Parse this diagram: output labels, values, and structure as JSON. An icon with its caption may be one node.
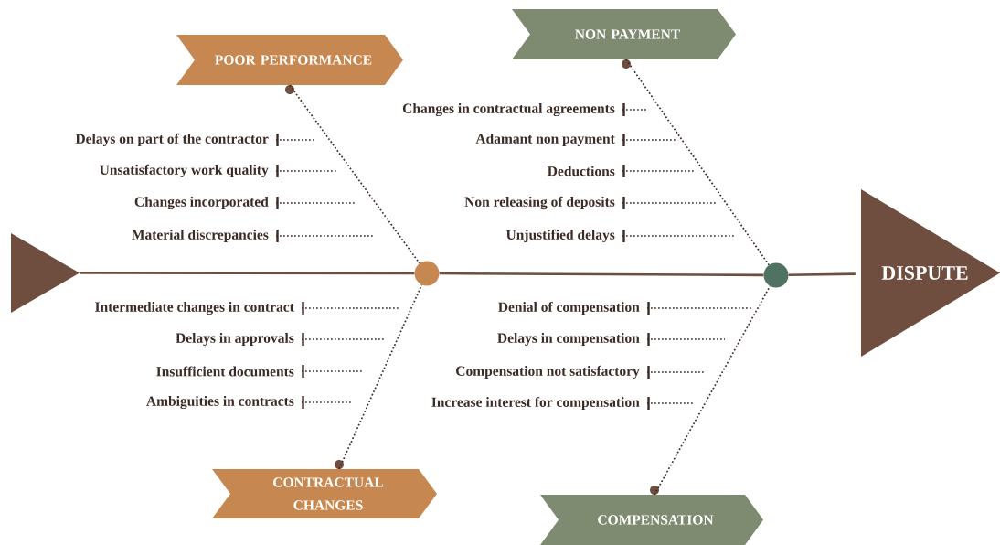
{
  "diagram": {
    "nodes": [
      {
        "text": [
          "POOR PERFORMANCE"
        ]
      },
      {
        "text": [
          "NON PAYMENT"
        ]
      },
      {
        "text": [
          "Changes in contractual agreements"
        ]
      },
      {
        "text": [
          "Delays on part of the contractor"
        ]
      },
      {
        "text": [
          "Adamant non payment"
        ]
      },
      {
        "text": [
          "Unsatisfactory work quality"
        ]
      },
      {
        "text": [
          "Deductions"
        ]
      },
      {
        "text": [
          "Changes incorporated"
        ]
      },
      {
        "text": [
          "Non releasing of deposits"
        ]
      },
      {
        "text": [
          "Material discrepancies"
        ]
      },
      {
        "text": [
          "Unjustified delays"
        ]
      },
      {
        "text": [],
        "shape": "triangle"
      },
      {
        "text": [],
        "shape": "circle"
      },
      {
        "text": [],
        "shape": "circle"
      },
      {
        "text": [
          "DISPUTE"
        ]
      },
      {
        "text": [
          "Intermediate changes in contract"
        ]
      },
      {
        "text": [
          "Denial of compensation"
        ]
      },
      {
        "text": [
          "Delays in approvals"
        ]
      },
      {
        "text": [
          "Delays in compensation"
        ]
      },
      {
        "text": [
          "Insufficient documents"
        ]
      },
      {
        "text": [
          "Compensation not satisfactory"
        ]
      },
      {
        "text": [
          "Ambiguities in contracts"
        ]
      },
      {
        "text": [
          "Increase interest for compensation"
        ]
      },
      {
        "text": [
          "CONTRACTUAL CHANGES"
        ]
      },
      {
        "text": [
          "COMPENSATION"
        ]
      }
    ],
    "edges": [
      {
        "from": 11,
        "to": 12,
        "arrow": "none",
        "color": "#6f4e40"
      },
      {
        "from": 12,
        "to": 13,
        "arrow": "none",
        "color": "#6f4e40"
      },
      {
        "from": 13,
        "to": 14,
        "arrow": "none",
        "color": "#6f4e40"
      },
      {
        "from": 0,
        "to": 12,
        "arrow": "none",
        "style": "dashed"
      },
      {
        "from": 1,
        "to": 13,
        "arrow": "none",
        "style": "dashed"
      },
      {
        "from": 23,
        "to": 12,
        "arrow": "none",
        "style": "dashed"
      },
      {
        "from": 24,
        "to": 13,
        "arrow": "none",
        "style": "dashed"
      },
      {
        "from": 2,
        "to": null,
        "arrow": "none",
        "style": "dashed"
      },
      {
        "from": 3,
        "to": null,
        "arrow": "none",
        "style": "dashed"
      },
      {
        "from": 4,
        "to": null,
        "arrow": "none",
        "style": "dashed"
      },
      {
        "from": 5,
        "to": null,
        "arrow": "none",
        "style": "dashed"
      },
      {
        "from": 6,
        "to": null,
        "arrow": "none",
        "style": "dashed"
      },
      {
        "from": 7,
        "to": null,
        "arrow": "none",
        "style": "dashed"
      },
      {
        "from": 8,
        "to": null,
        "arrow": "none",
        "style": "dashed"
      },
      {
        "from": 9,
        "to": null,
        "arrow": "none",
        "style": "dashed"
      },
      {
        "from": 10,
        "to": null,
        "arrow": "none",
        "style": "dashed"
      },
      {
        "from": 15,
        "to": null,
        "arrow": "none",
        "style": "dashed"
      },
      {
        "from": 16,
        "to": null,
        "arrow": "none",
        "style": "dashed"
      },
      {
        "from": 17,
        "to": null,
        "arrow": "none",
        "style": "dashed"
      },
      {
        "from": 18,
        "to": null,
        "arrow": "none",
        "style": "dashed"
      },
      {
        "from": 19,
        "to": null,
        "arrow": "none",
        "style": "dashed"
      },
      {
        "from": 20,
        "to": null,
        "arrow": "none",
        "style": "dashed"
      },
      {
        "from": 21,
        "to": null,
        "arrow": "none",
        "style": "dashed"
      },
      {
        "from": 22,
        "to": null,
        "arrow": "none",
        "style": "dashed"
      }
    ]
  }
}
